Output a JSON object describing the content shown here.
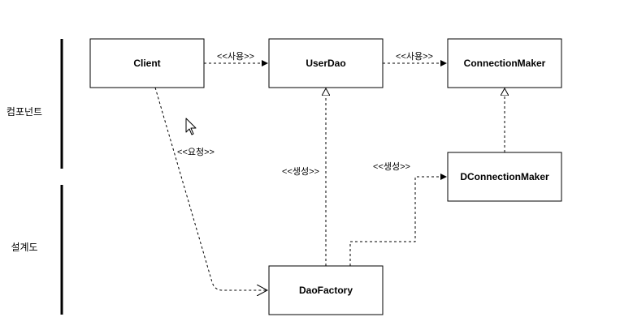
{
  "sections": {
    "component_label": "컴포넌트",
    "design_label": "설계도"
  },
  "nodes": {
    "client": "Client",
    "userdao": "UserDao",
    "connectionmaker": "ConnectionMaker",
    "dconnectionmaker": "DConnectionMaker",
    "daofactory": "DaoFactory"
  },
  "edges": {
    "client_userdao": "<<사용>>",
    "userdao_connectionmaker": "<<사용>>",
    "client_daofactory": "<<요청>>",
    "daofactory_userdao": "<<생성>>",
    "daofactory_dconnectionmaker": "<<생성>>"
  },
  "colors": {
    "stroke": "#000000",
    "fill": "#ffffff"
  }
}
